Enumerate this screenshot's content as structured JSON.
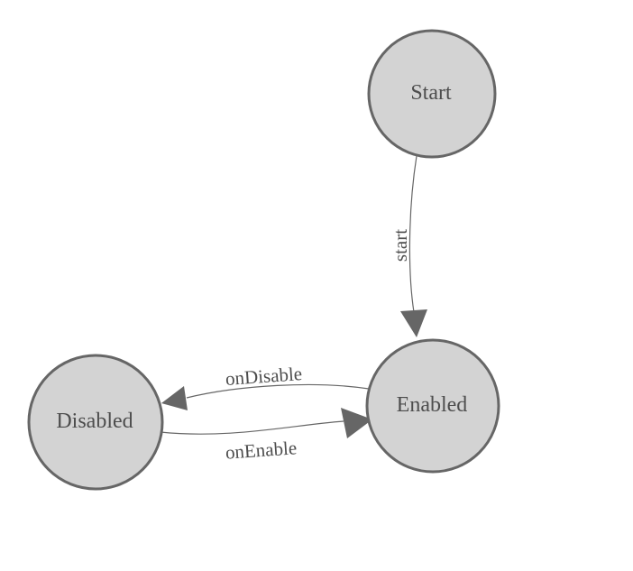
{
  "diagram": {
    "type": "state-machine",
    "background": "#ffffff",
    "colors": {
      "node_fill": "#d3d3d3",
      "node_stroke": "#666666",
      "edge_stroke": "#666666",
      "arrow_fill": "#666666",
      "label_color": "#4d4d4d"
    },
    "nodes": [
      {
        "id": "start",
        "label": "Start"
      },
      {
        "id": "enabled",
        "label": "Enabled"
      },
      {
        "id": "disabled",
        "label": "Disabled"
      }
    ],
    "edges": [
      {
        "from": "start",
        "to": "enabled",
        "label": "start"
      },
      {
        "from": "enabled",
        "to": "disabled",
        "label": "onDisable"
      },
      {
        "from": "disabled",
        "to": "enabled",
        "label": "onEnable"
      }
    ]
  }
}
